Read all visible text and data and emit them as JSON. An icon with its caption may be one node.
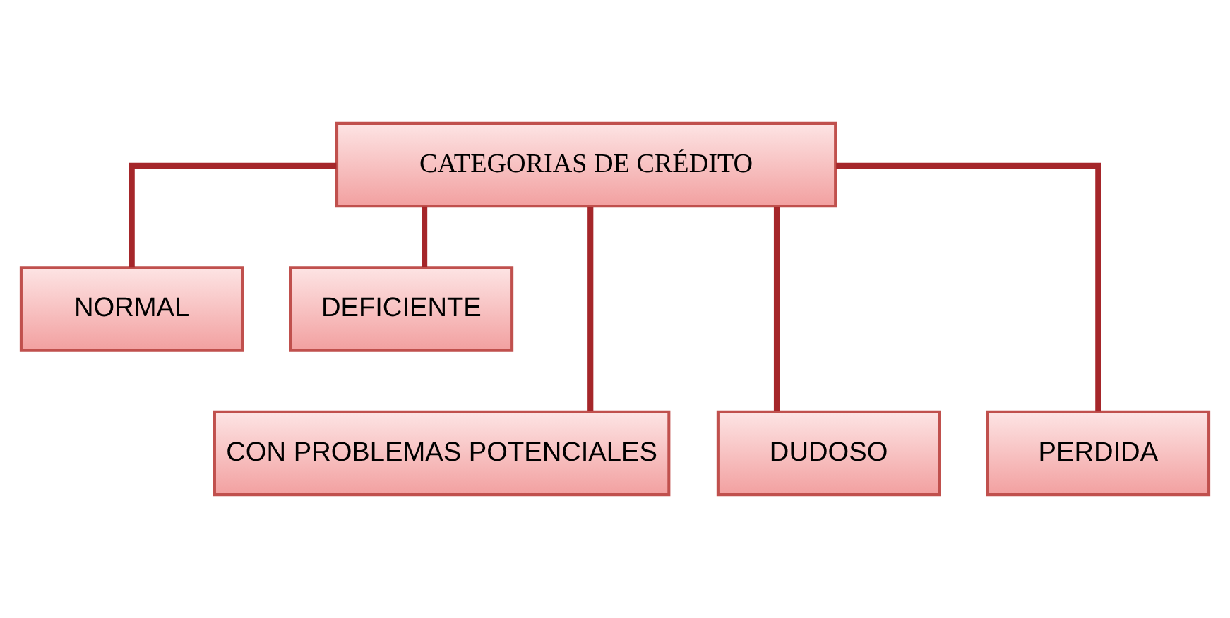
{
  "diagram": {
    "nodes": [
      {
        "text": [
          "CATEGORIAS DE CRÉDITO"
        ]
      },
      {
        "text": [
          "NORMAL"
        ]
      },
      {
        "text": [
          "DEFICIENTE"
        ]
      },
      {
        "text": [
          "CON PROBLEMAS POTENCIALES"
        ]
      },
      {
        "text": [
          "DUDOSO"
        ]
      },
      {
        "text": [
          "PERDIDA"
        ]
      }
    ],
    "edges": [
      {
        "from": 0,
        "to": 3,
        "arrow": "none"
      },
      {
        "from": 0,
        "to": 1,
        "arrow": "none"
      },
      {
        "from": 0,
        "to": 4,
        "arrow": "none"
      },
      {
        "from": 0,
        "to": 2,
        "arrow": "none"
      },
      {
        "from": 0,
        "to": 5,
        "arrow": "none"
      }
    ]
  }
}
